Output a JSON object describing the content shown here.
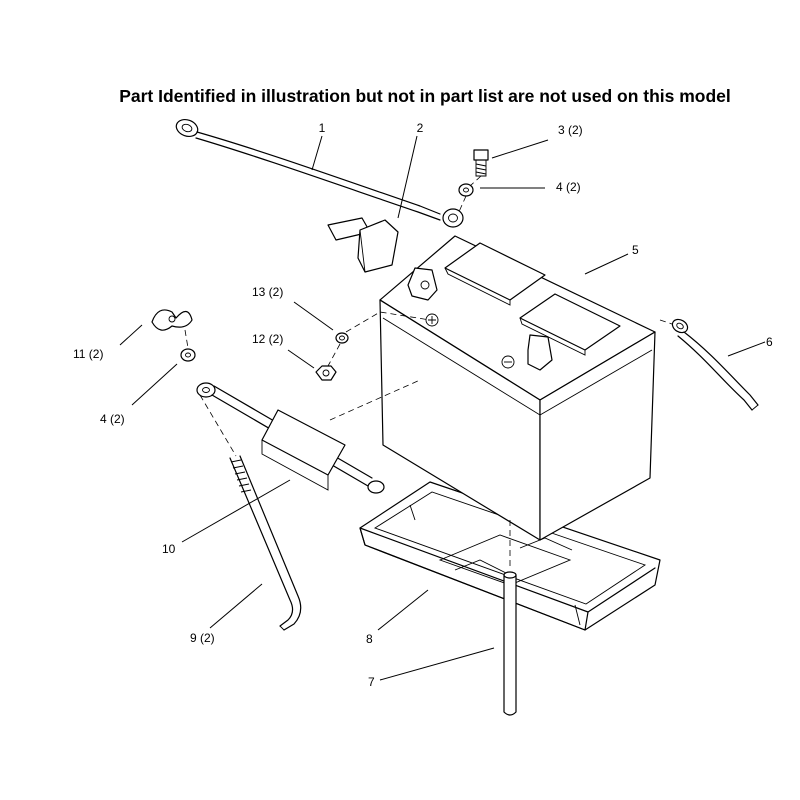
{
  "heading": "Part Identified in illustration but not in part list are not used on this model",
  "callouts": [
    {
      "id": "1",
      "label": "1"
    },
    {
      "id": "2",
      "label": "2"
    },
    {
      "id": "3",
      "label": "3 (2)"
    },
    {
      "id": "4a",
      "label": "4 (2)"
    },
    {
      "id": "5",
      "label": "5"
    },
    {
      "id": "6",
      "label": "6"
    },
    {
      "id": "7",
      "label": "7"
    },
    {
      "id": "8",
      "label": "8"
    },
    {
      "id": "9",
      "label": "9 (2)"
    },
    {
      "id": "10",
      "label": "10"
    },
    {
      "id": "11",
      "label": "11 (2)"
    },
    {
      "id": "4b",
      "label": "4 (2)"
    },
    {
      "id": "12",
      "label": "12 (2)"
    },
    {
      "id": "13",
      "label": "13 (2)"
    }
  ]
}
